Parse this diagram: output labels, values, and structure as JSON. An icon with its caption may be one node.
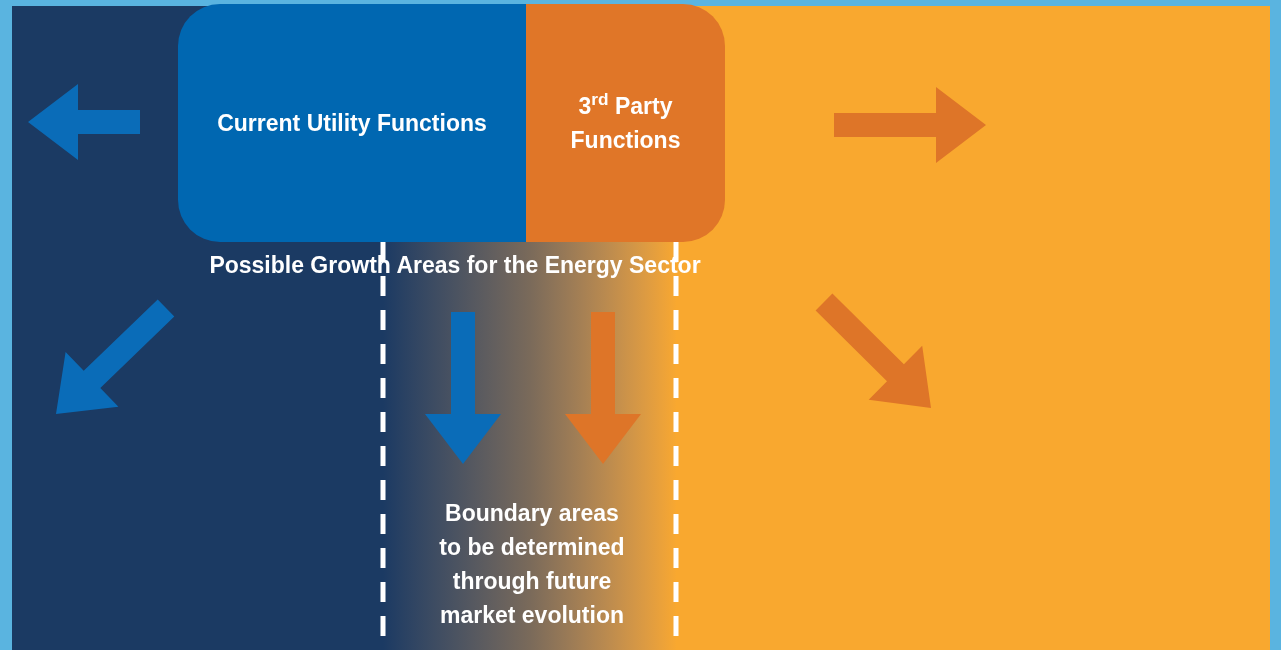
{
  "diagram": {
    "nodes": [
      {
        "text": [
          "Current Utility Functions"
        ]
      },
      {
        "text": [
          "3$^{rd}$ Party Functions"
        ]
      },
      {
        "text": [
          "Possible Growth Areas for the Energy Sector"
        ]
      },
      {
        "text": [
          "Boundary areas to be determined through future market evolution"
        ]
      }
    ],
    "edges": [
      {
        "from": 2,
        "to": 3,
        "arrow": "to",
        "color": "#0a6cb8"
      },
      {
        "from": 2,
        "to": 3,
        "arrow": "to",
        "color": "#de7528"
      }
    ]
  }
}
